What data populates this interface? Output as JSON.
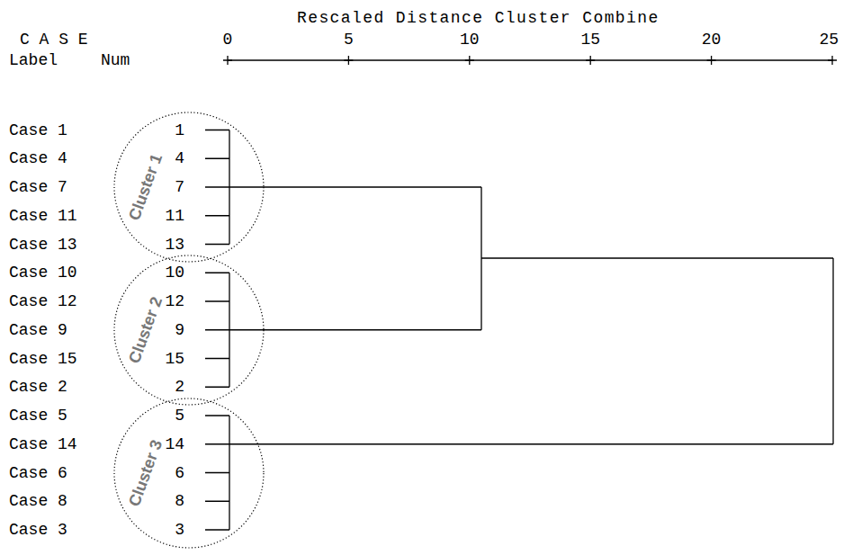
{
  "diagram": {
    "nodes": [
      {
        "text": [
          "1",
          "4",
          "7",
          "11",
          "13",
          "Cluster 1"
        ]
      },
      {
        "text": [
          "10",
          "12",
          "9",
          "15",
          "2",
          "Cluster 2"
        ]
      },
      {
        "text": [
          "5",
          "14",
          "6",
          "8",
          "3",
          "Cluster 3"
        ]
      }
    ],
    "labels": [
      "Rescaled Distance Cluster Combine",
      "C A S E",
      "Label",
      "Num",
      "0",
      "5",
      "10",
      "15",
      "20",
      "25",
      "Case 1",
      "Case 4",
      "Case 7",
      "Case 11",
      "Case 13",
      "Case 10",
      "Case 12",
      "Case 9",
      "Case 15",
      "Case 2",
      "Case 5",
      "Case 14",
      "Case 6",
      "Case 8",
      "Case 3"
    ]
  }
}
